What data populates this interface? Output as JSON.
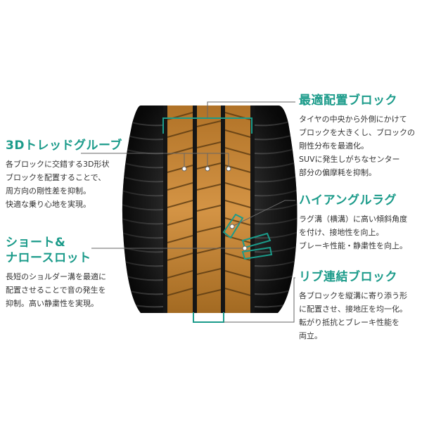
{
  "accent_color": "#1b9b8a",
  "tread_color": "#c88a3a",
  "callouts": {
    "block": {
      "title": "最適配置ブロック",
      "lines": [
        "タイヤの中央から外側にかけて",
        "ブロックを大きくし、ブロックの",
        "剛性分布を最適化。",
        "SUVに発生しがちなセンター",
        "部分の偏摩耗を抑制。"
      ]
    },
    "groove": {
      "title": "3Dトレッドグルーブ",
      "lines": [
        "各ブロックに交錯する3D形状",
        "ブロックを配置することで、",
        "周方向の剛性差を抑制。",
        "快適な乗り心地を実現。"
      ]
    },
    "lug": {
      "title": "ハイアングルラグ",
      "lines": [
        "ラグ溝（横溝）に高い傾斜角度",
        "を付け、接地性を向上。",
        "ブレーキ性能・静粛性を向上。"
      ]
    },
    "slot": {
      "title_line1": "ショート&",
      "title_line2": "ナロースロット",
      "lines": [
        "長短のショルダー溝を最適に",
        "配置させることで音の発生を",
        "抑制。高い静粛性を実現。"
      ]
    },
    "rib": {
      "title": "リブ連結ブロック",
      "lines": [
        "各ブロックを縦溝に寄り添う形",
        "に配置させ、接地圧を均一化。",
        "転がり抵抗とブレーキ性能を",
        "両立。"
      ]
    }
  }
}
